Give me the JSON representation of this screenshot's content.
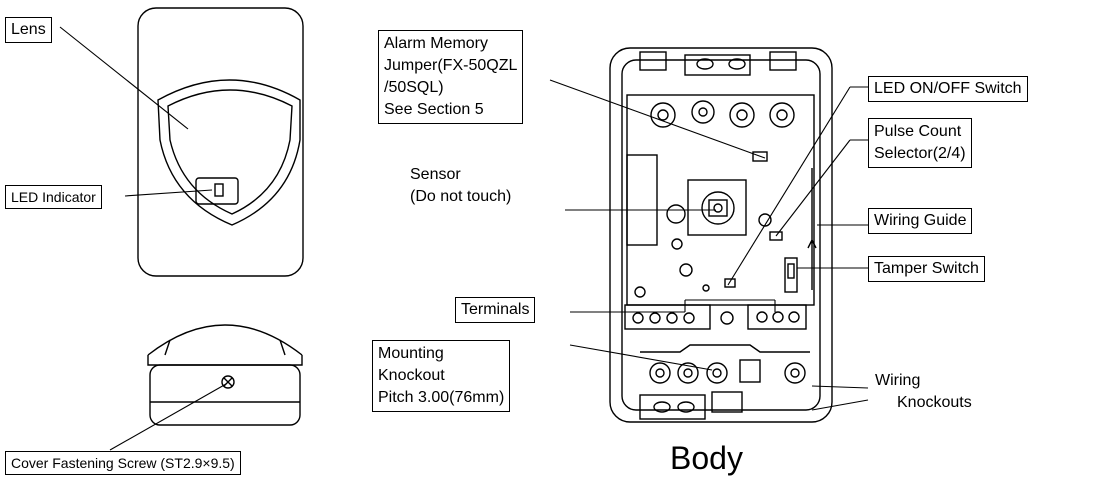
{
  "labels": {
    "lens": "Lens",
    "led_indicator": "LED Indicator",
    "cover_screw": "Cover Fastening Screw (ST2.9×9.5)",
    "alarm_memory": [
      "Alarm Memory",
      "Jumper(FX-50QZL",
      "/50SQL)",
      "See Section 5"
    ],
    "sensor": [
      "Sensor",
      "(Do not touch)"
    ],
    "terminals": "Terminals",
    "mounting": [
      "Mounting",
      "Knockout",
      "Pitch 3.00(76mm)"
    ],
    "led_switch": "LED ON/OFF Switch",
    "pulse_count": [
      "Pulse Count",
      "Selector(2/4)"
    ],
    "wiring_guide": "Wiring Guide",
    "tamper_switch": "Tamper Switch",
    "wiring_knockouts": [
      "Wiring",
      "Knockouts"
    ],
    "body_title": "Body"
  },
  "colors": {
    "line": "#000000",
    "background": "#ffffff"
  }
}
